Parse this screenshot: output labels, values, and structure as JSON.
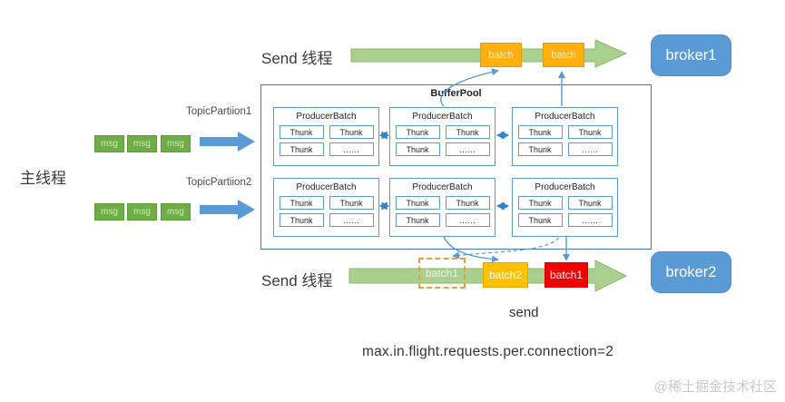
{
  "left": {
    "main_thread_label": "主线程",
    "msg_label": "msg",
    "topic_partitions": [
      "TopicPartiion1",
      "TopicPartiion2"
    ]
  },
  "send_thread": {
    "top_label": "Send 线程",
    "bottom_label": "Send 线程"
  },
  "top_flow": {
    "batches": [
      "batch",
      "batch"
    ],
    "broker_label": "broker1"
  },
  "buffer_pool": {
    "title": "BufferPool",
    "producer_batch_label": "ProducerBatch",
    "cells": [
      "Thunk",
      "Thunk",
      "Thunk",
      "……"
    ]
  },
  "bottom_flow": {
    "batches": [
      {
        "label": "batch1",
        "variant": "dashed-outline"
      },
      {
        "label": "batch2",
        "variant": "orange"
      },
      {
        "label": "batch1",
        "variant": "red"
      }
    ],
    "broker_label": "broker2",
    "send_label": "send"
  },
  "footer": {
    "config_text": "max.in.flight.requests.per.connection=2",
    "watermark": "@稀土掘金技术社区"
  },
  "colors": {
    "flow_arrow_green": "#a9d08e",
    "msg_green": "#6fad47",
    "arrow_blue": "#5b9bd5",
    "double_arrow_blue": "#2e86c8",
    "diagram_border_blue": "#4472c4",
    "batch_orange_top": "#ffb010",
    "batch_orange_bottom": "#ffc000",
    "batch_red": "#f40000",
    "broker_blue": "#5b9bd5"
  }
}
